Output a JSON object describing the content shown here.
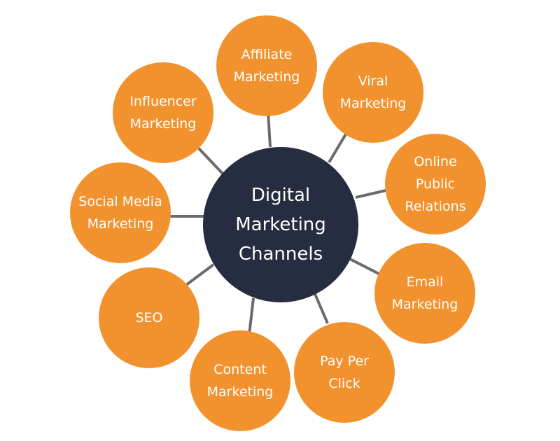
{
  "colors": {
    "hub": "#262d40",
    "channel": "#f2922e",
    "connector": "#6b6b6b",
    "text": "#ffffff"
  },
  "hub": {
    "lines": [
      "Digital",
      "Marketing",
      "Channels"
    ]
  },
  "channels": [
    {
      "lines": [
        "Affiliate",
        "Marketing"
      ]
    },
    {
      "lines": [
        "Viral",
        "Marketing"
      ]
    },
    {
      "lines": [
        "Online",
        "Public",
        "Relations"
      ]
    },
    {
      "lines": [
        "Email",
        "Marketing"
      ]
    },
    {
      "lines": [
        "Pay Per",
        "Click"
      ]
    },
    {
      "lines": [
        "Content",
        "Marketing"
      ]
    },
    {
      "lines": [
        "SEO"
      ]
    },
    {
      "lines": [
        "Social Media",
        "Marketing"
      ]
    },
    {
      "lines": [
        "Influencer",
        "Marketing"
      ]
    }
  ]
}
